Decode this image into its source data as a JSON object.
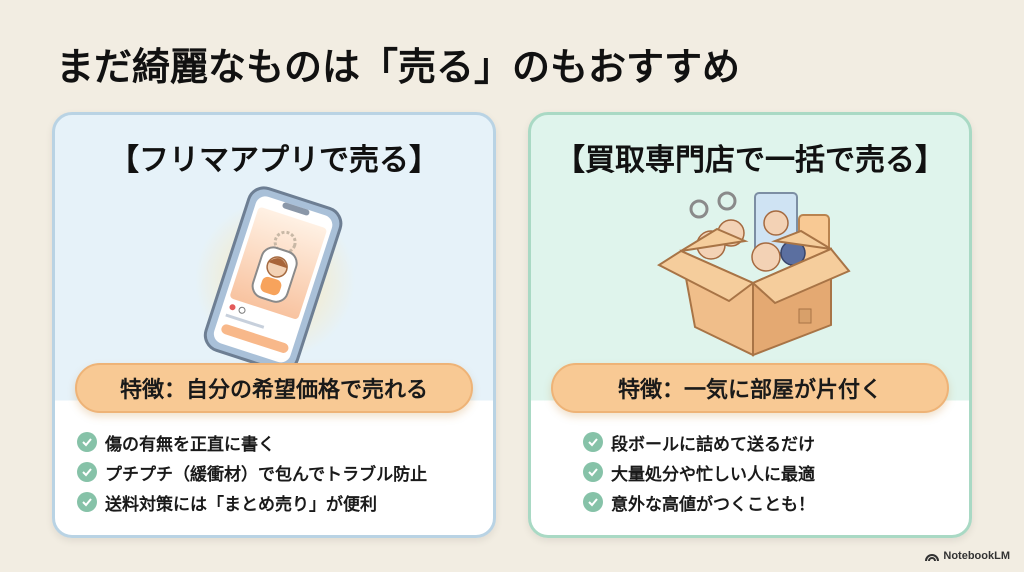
{
  "title": "まだ綺麗なものは「売る」のもおすすめ",
  "cards": [
    {
      "title": "【フリマアプリで売る】",
      "illustration": "smartphone-with-acrylic-keychain-listing",
      "feature": "特徴：自分の希望価格で売れる",
      "items": [
        "傷の有無を正直に書く",
        "プチプチ（緩衝材）で包んでトラブル防止",
        "送料対策には「まとめ売り」が便利"
      ],
      "accent": "#b9d3e4"
    },
    {
      "title": "【買取専門店で一括で売る】",
      "illustration": "cardboard-box-full-of-goods",
      "feature": "特徴：一気に部屋が片付く",
      "items": [
        "段ボールに詰めて送るだけ",
        "大量処分や忙しい人に最適",
        "意外な高値がつくことも！"
      ],
      "accent": "#a9d9c4"
    }
  ],
  "icons": {
    "list_bullet": "check-circle-icon",
    "brand": "notebooklm-logo-icon"
  },
  "colors": {
    "feature_pill": "#f8c994",
    "check": "#86c2a8",
    "background": "#f2ede2"
  },
  "brand": "NotebookLM"
}
